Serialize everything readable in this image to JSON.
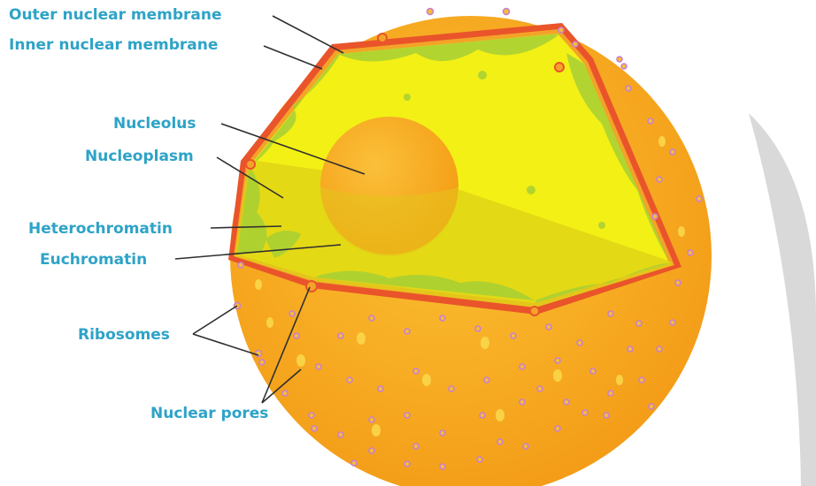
{
  "colors": {
    "label": "#2ea3c7",
    "cytoplasm": "#f7b21e",
    "cytoplasm_dark": "#f39a16",
    "nucleoplasm": "#f3f015",
    "heterochromatin": "#a6cf35",
    "membrane": "#e9542a",
    "nucleolus": "#f7a316",
    "ribosome_outline": "#c97fd0",
    "pore_bump": "#fbd74a"
  },
  "labels": {
    "outer_membrane": "Outer nuclear membrane",
    "inner_membrane": "Inner nuclear membrane",
    "nucleolus": "Nucleolus",
    "nucleoplasm": "Nucleoplasm",
    "heterochromatin": "Heterochromatin",
    "euchromatin": "Euchromatin",
    "ribosomes": "Ribosomes",
    "nuclear_pores": "Nuclear pores"
  }
}
